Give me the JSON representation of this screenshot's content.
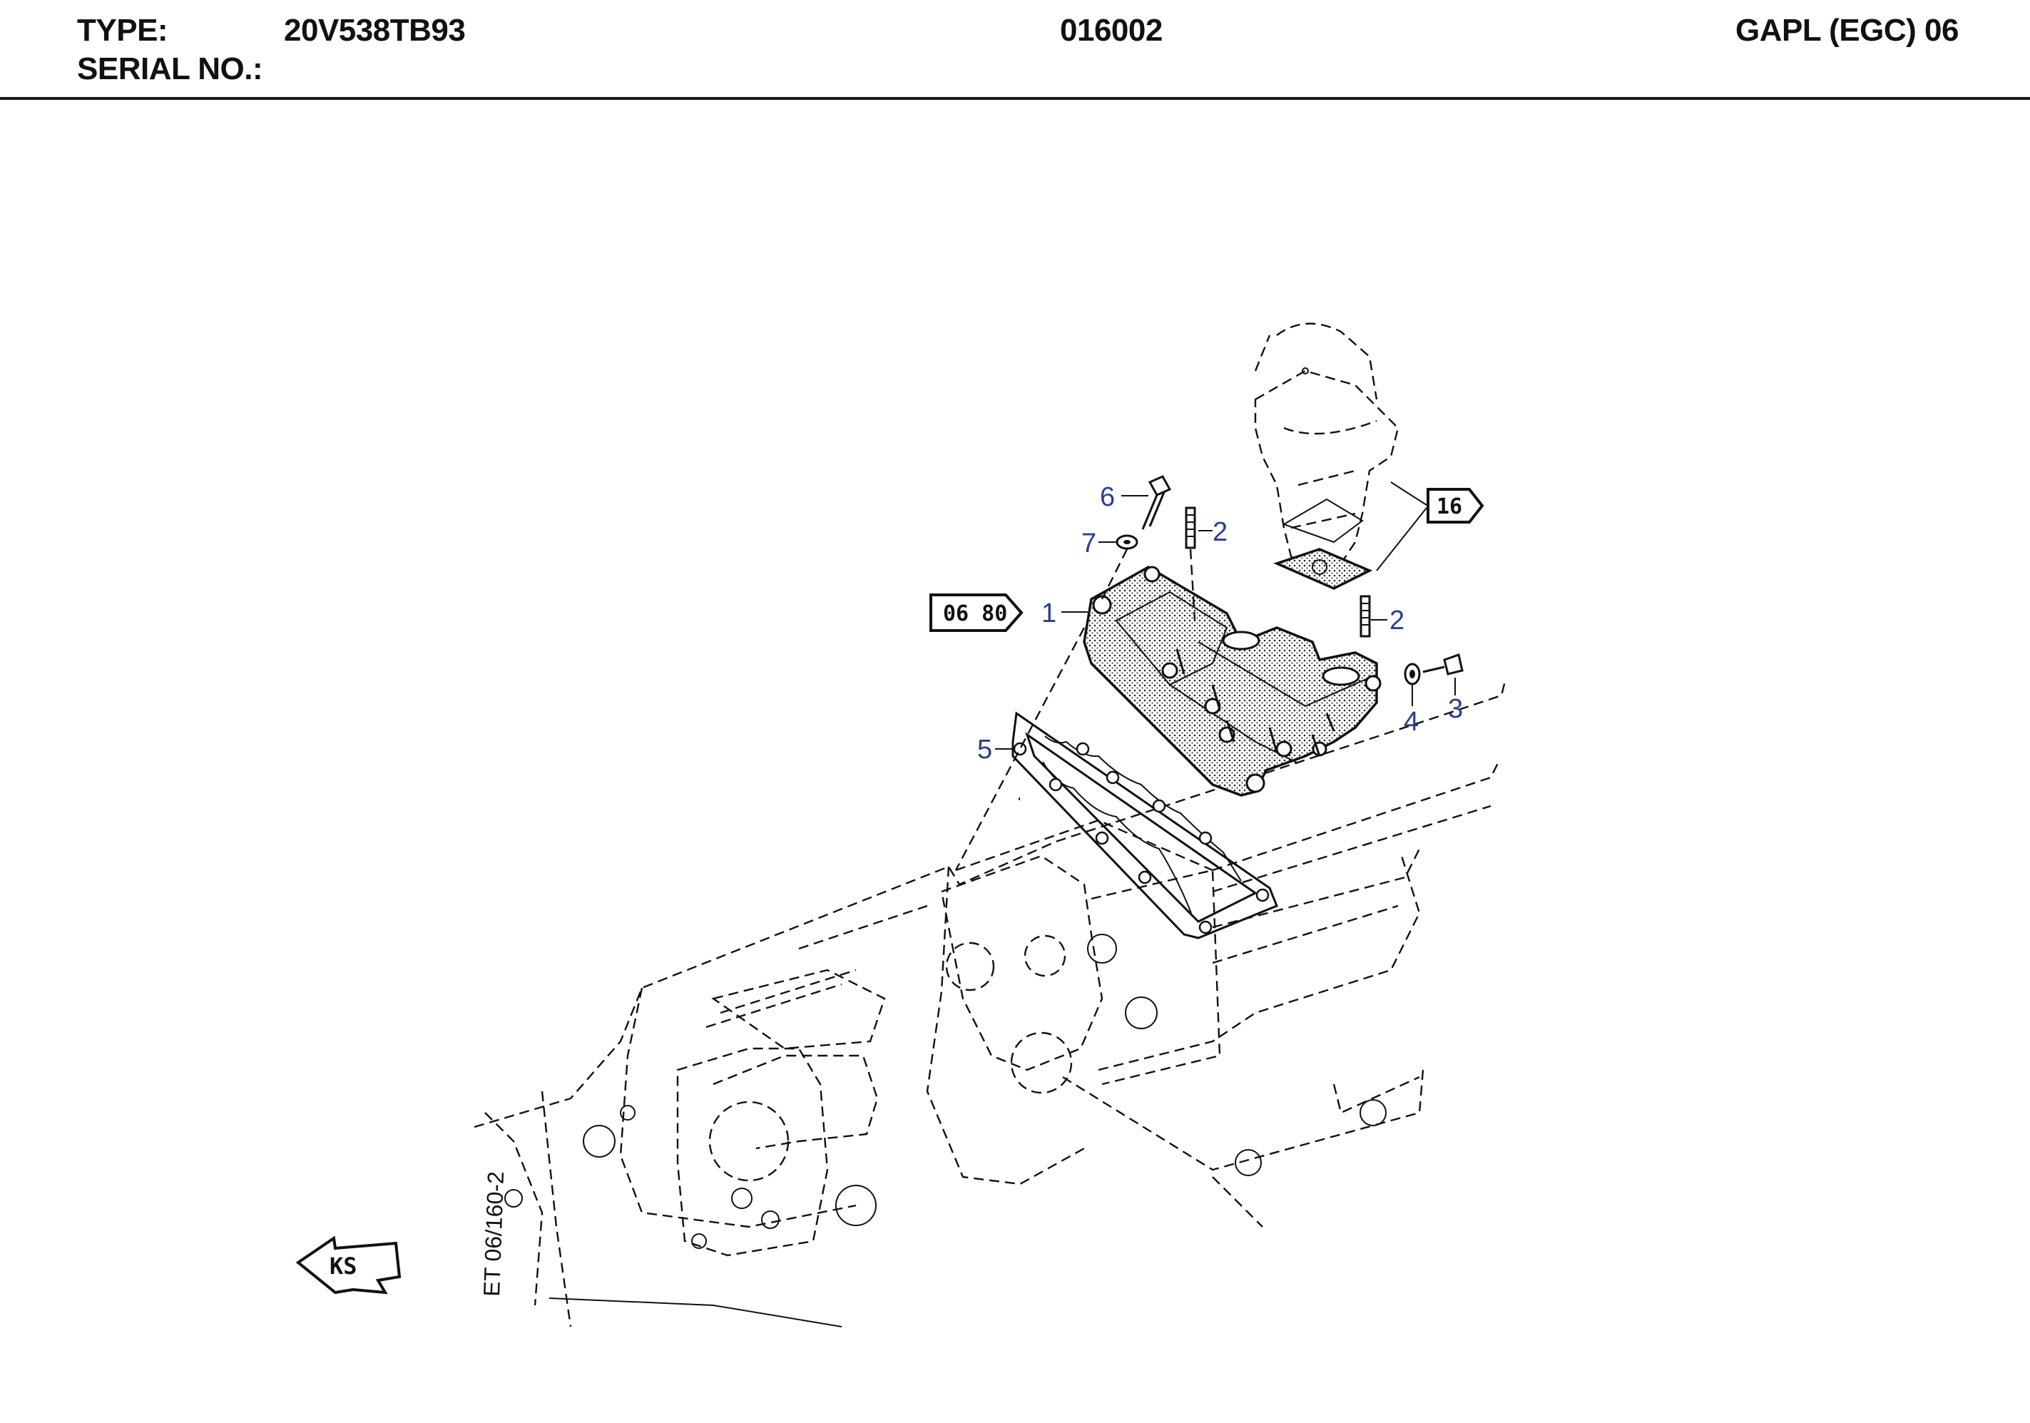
{
  "header": {
    "type_label": "TYPE:",
    "type_value": "20V538TB93",
    "serial_label": "SERIAL NO.:",
    "doc_number": "016002",
    "group_code": "GAPL (EGC)  06"
  },
  "drawing": {
    "ref_boxes": [
      {
        "id": "ref-06-80",
        "label": "06  80"
      },
      {
        "id": "ref-16",
        "label": "16"
      }
    ],
    "ks_arrow": {
      "label": "KS"
    },
    "drawing_code": "ET 06/160-2",
    "callouts": [
      {
        "number": "1"
      },
      {
        "number": "2"
      },
      {
        "number": "2"
      },
      {
        "number": "3"
      },
      {
        "number": "4"
      },
      {
        "number": "5"
      },
      {
        "number": "6"
      },
      {
        "number": "7"
      }
    ]
  }
}
